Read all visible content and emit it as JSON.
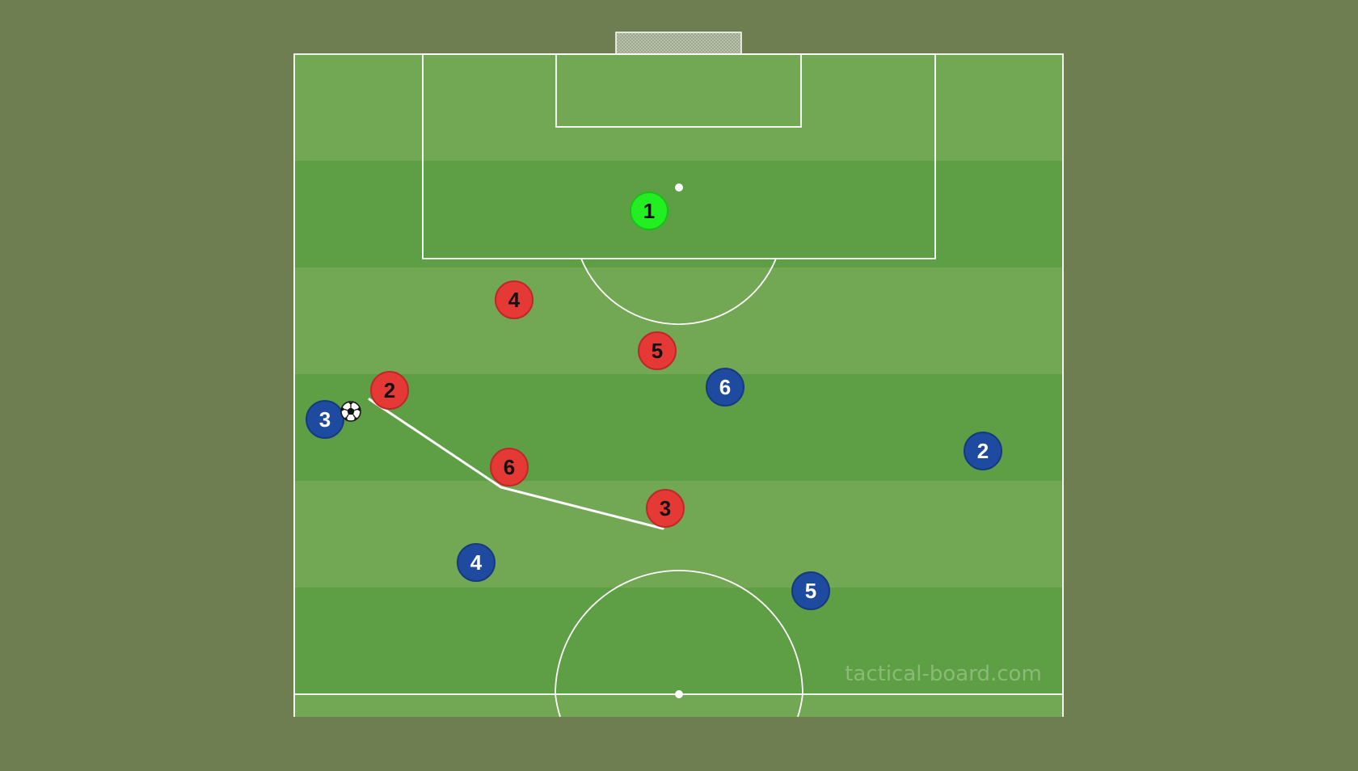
{
  "watermark": "tactical-board.com",
  "colors": {
    "background": "#6e7e50",
    "stripe_light": "#72a753",
    "stripe_dark": "#5e9e45",
    "lines": "#ffffff",
    "goalkeeper": "#22ee22",
    "red_team": "#e53935",
    "blue_team": "#1e4aa0"
  },
  "players": [
    {
      "id": "gk-1",
      "team": "goalkeeper",
      "number": "1"
    },
    {
      "id": "red-2",
      "team": "red",
      "number": "2"
    },
    {
      "id": "red-3",
      "team": "red",
      "number": "3"
    },
    {
      "id": "red-4",
      "team": "red",
      "number": "4"
    },
    {
      "id": "red-5",
      "team": "red",
      "number": "5"
    },
    {
      "id": "red-6",
      "team": "red",
      "number": "6"
    },
    {
      "id": "blue-2",
      "team": "blue",
      "number": "2"
    },
    {
      "id": "blue-3",
      "team": "blue",
      "number": "3"
    },
    {
      "id": "blue-4",
      "team": "blue",
      "number": "4"
    },
    {
      "id": "blue-5",
      "team": "blue",
      "number": "5"
    },
    {
      "id": "blue-6",
      "team": "blue",
      "number": "6"
    }
  ]
}
